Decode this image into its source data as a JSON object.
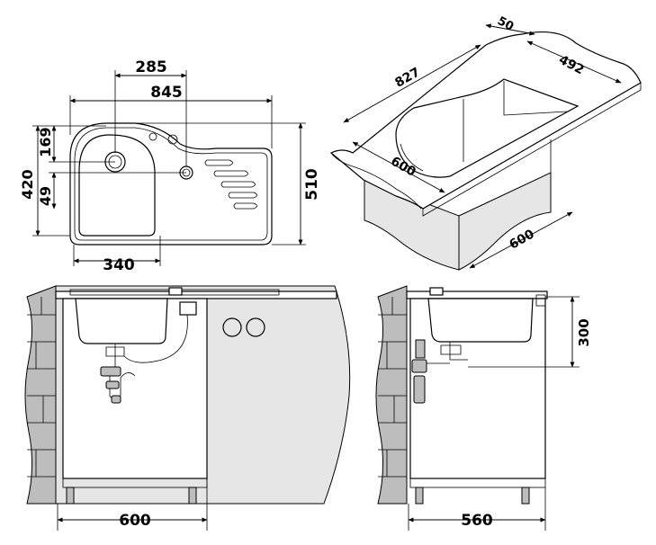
{
  "top_view": {
    "dims": {
      "width_overall": "845",
      "drain_offset": "285",
      "depth_overall": "510",
      "bowl_height": "420",
      "top_offset": "169",
      "side_offset": "49",
      "bowl_width": "340"
    }
  },
  "iso_view": {
    "dims": {
      "length": "827",
      "edge": "50",
      "width": "492",
      "cabinet_width": "600",
      "cabinet_depth": "600"
    }
  },
  "front_view": {
    "dims": {
      "cabinet_width": "600"
    }
  },
  "side_view": {
    "dims": {
      "bowl_depth": "300",
      "cabinet_depth": "560"
    }
  }
}
